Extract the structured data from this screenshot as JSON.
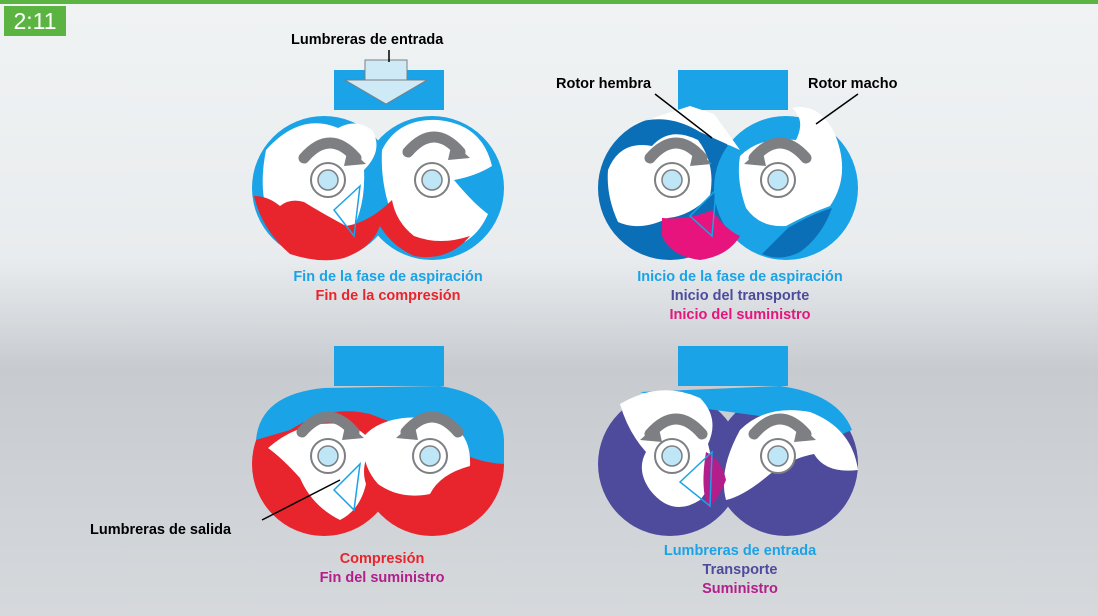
{
  "figure": {
    "badge": "2:11"
  },
  "callouts": {
    "inlet_ports": "Lumbreras de entrada",
    "female_rotor": "Rotor hembra",
    "male_rotor": "Rotor macho",
    "outlet_ports": "Lumbreras de salida"
  },
  "captions": {
    "panel1": {
      "line1": "Fin de la fase de aspiración",
      "line2": "Fin de la compresión"
    },
    "panel2": {
      "line1": "Inicio de la fase de aspiración",
      "line2": "Inicio del transporte",
      "line3": "Inicio del suministro"
    },
    "panel3": {
      "line1": "Compresión",
      "line2": "Fin del suministro"
    },
    "panel4": {
      "line1": "Lumbreras de entrada",
      "line2": "Transporte",
      "line3": "Suministro"
    }
  },
  "colors": {
    "accent_green": "#5bb441",
    "intake_blue": "#1aa3e6",
    "transport_blue": "#0b6fb8",
    "compression_red": "#e8242d",
    "delivery_magenta": "#e6147c",
    "transport_purple": "#4e4b9c",
    "supply_violet": "#b21e8a",
    "rotor_white": "#ffffff",
    "shaft_light_blue": "#bfe6f7",
    "arrow_gray": "#7d7f82"
  },
  "icons": {
    "rotation_arrow": "curved-arrow-icon",
    "inlet_arrow": "down-arrow-icon",
    "shaft": "shaft-circle-icon"
  }
}
